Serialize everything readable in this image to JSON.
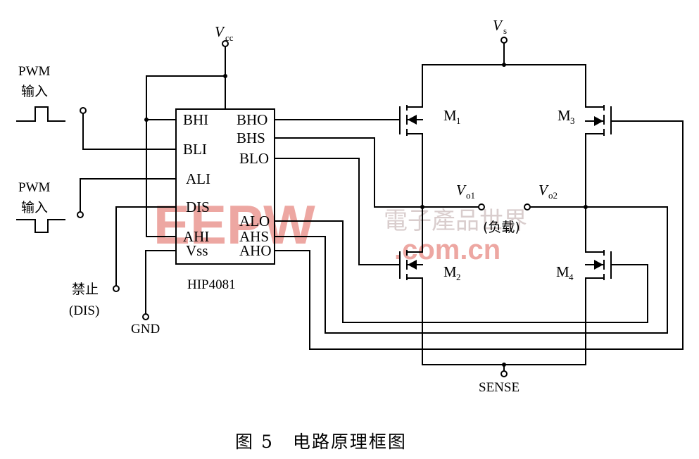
{
  "supply": {
    "vcc": "V",
    "vcc_sub": "cc",
    "vs": "V",
    "vs_sub": "s"
  },
  "inputs": {
    "pwm1_line1": "PWM",
    "pwm1_line2": "输入",
    "pwm2_line1": "PWM",
    "pwm2_line2": "输入",
    "disable_line1": "禁止",
    "disable_line2": "(DIS)",
    "gnd": "GND"
  },
  "chip": {
    "name": "HIP4081",
    "left_pins": [
      "BHI",
      "BLI",
      "ALI",
      "DIS",
      "AHI",
      "Vss"
    ],
    "right_pins": [
      "BHO",
      "BHS",
      "BLO",
      "ALO",
      "AHS",
      "AHO"
    ]
  },
  "mosfets": {
    "m1": "M",
    "m1_sub": "1",
    "m2": "M",
    "m2_sub": "2",
    "m3": "M",
    "m3_sub": "3",
    "m4": "M",
    "m4_sub": "4"
  },
  "outputs": {
    "vo1": "V",
    "vo1_sub": "o1",
    "vo2": "V",
    "vo2_sub": "o2",
    "load": "(负载)",
    "sense": "SENSE"
  },
  "watermark": {
    "logo": "EEPW",
    "cn": "電子產品世界",
    "url": ".com.cn"
  },
  "caption": "图 5　电路原理框图"
}
